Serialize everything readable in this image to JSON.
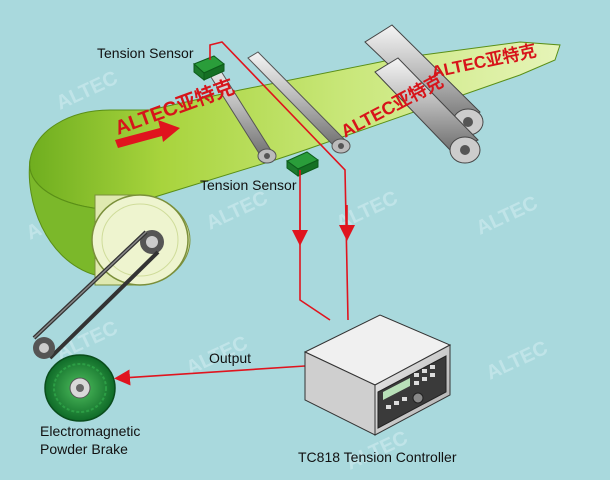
{
  "labels": {
    "tension_sensor_top": "Tension Sensor",
    "tension_sensor_bottom": "Tension Sensor",
    "output": "Output",
    "brake_line1": "Electromagnetic",
    "brake_line2": "Powder Brake",
    "controller": "TC818 Tension Controller"
  },
  "web_text": {
    "left": "ALTEC亚特克",
    "middle": "ALTEC亚特克",
    "right": "ALTEC亚特克"
  },
  "watermark": "ALTEC",
  "colors": {
    "background": "#a9d9dd",
    "web": "#9acb3a",
    "signal_line": "#e0141e",
    "controller_body": "#d9d9d9",
    "brake": "#1c8a36"
  }
}
